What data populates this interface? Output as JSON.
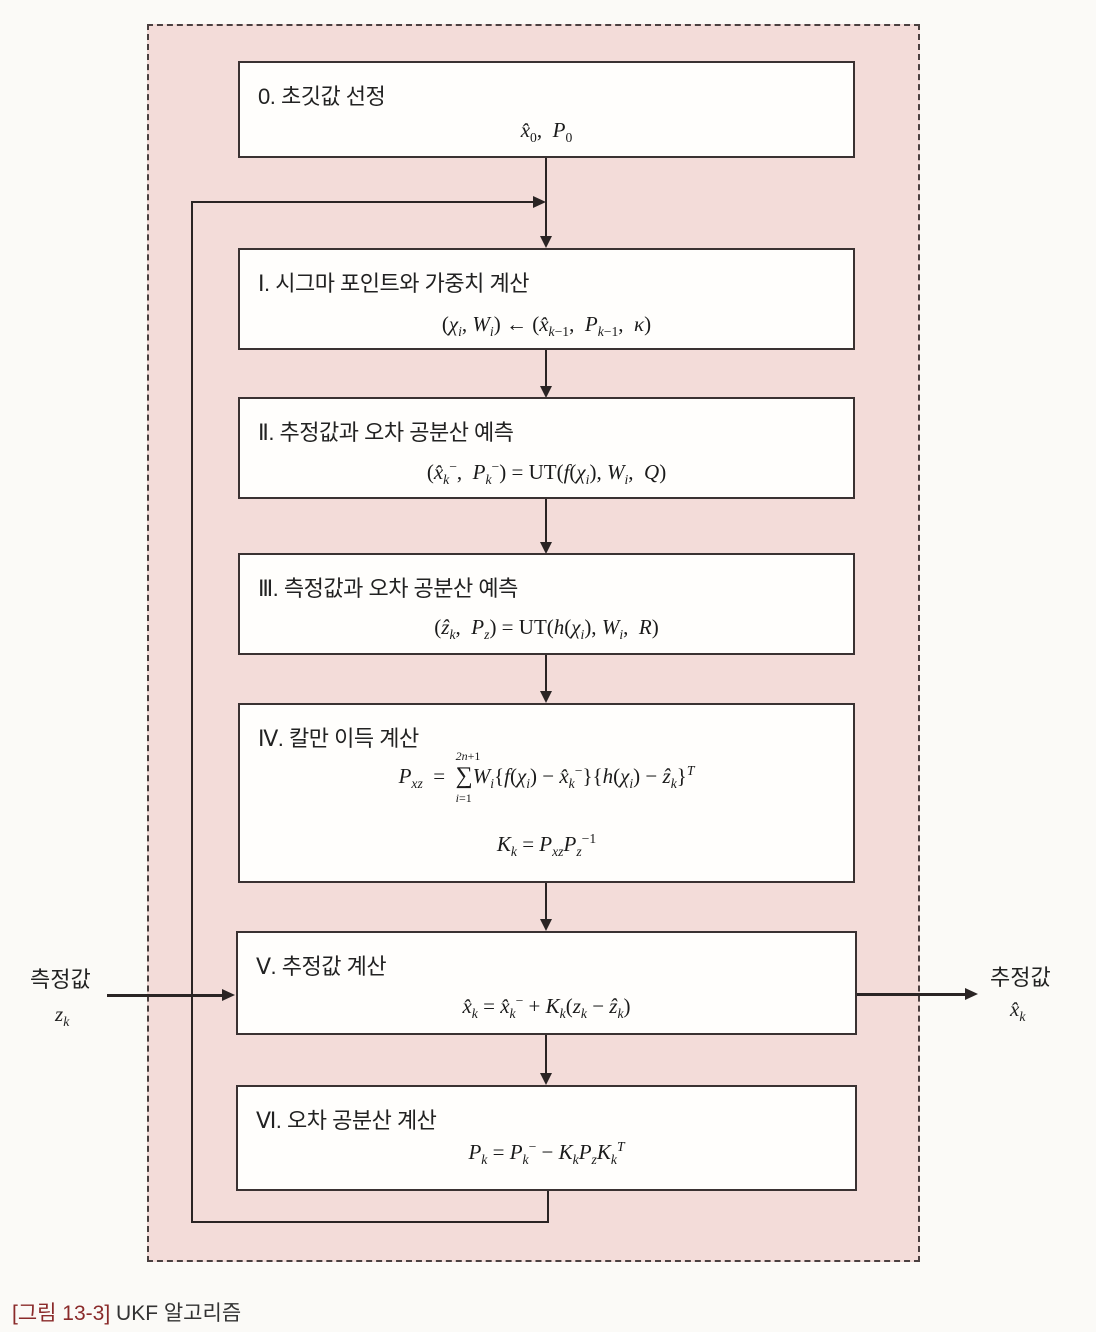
{
  "diagram": {
    "title": "UKF 알고리즘",
    "steps": [
      {
        "id": "0",
        "title": "0. 초깃값 선정",
        "formula": "x̂₀, P₀"
      },
      {
        "id": "I",
        "title": "Ⅰ. 시그마 포인트와 가중치 계산",
        "formula": "(χᵢ, Wᵢ) ← (x̂ₖ₋₁, Pₖ₋₁, κ)"
      },
      {
        "id": "II",
        "title": "Ⅱ. 추정값과 오차 공분산 예측",
        "formula": "(x̂ₖ⁻, Pₖ⁻) = UT(f(χᵢ), Wᵢ, Q)"
      },
      {
        "id": "III",
        "title": "Ⅲ. 측정값과 오차 공분산 예측",
        "formula": "(ẑₖ, P_z) = UT(h(χᵢ), Wᵢ, R)"
      },
      {
        "id": "IV",
        "title": "Ⅳ. 칼만 이득 계산",
        "formula": "P_xz = Σ_{i=1}^{2n+1} Wᵢ{f(χᵢ) − x̂ₖ⁻}{h(χᵢ) − ẑₖ}ᵀ",
        "formula2": "Kₖ = P_xz P_z⁻¹"
      },
      {
        "id": "V",
        "title": "Ⅴ. 추정값 계산",
        "formula": "x̂ₖ = x̂ₖ⁻ + Kₖ(zₖ − ẑₖ)"
      },
      {
        "id": "VI",
        "title": "Ⅵ. 오차 공분산 계산",
        "formula": "Pₖ = Pₖ⁻ − Kₖ P_z Kₖᵀ"
      }
    ],
    "input": {
      "label": "측정값",
      "var": "zₖ"
    },
    "output": {
      "label": "추정값",
      "var": "x̂ₖ"
    }
  },
  "caption": {
    "figure": "[그림 13-3]",
    "text": " UKF 알고리즘"
  },
  "colors": {
    "frame_bg": "#f3dcd9",
    "box_bg": "#fffefc",
    "caption_fig": "#8a2a2a"
  }
}
